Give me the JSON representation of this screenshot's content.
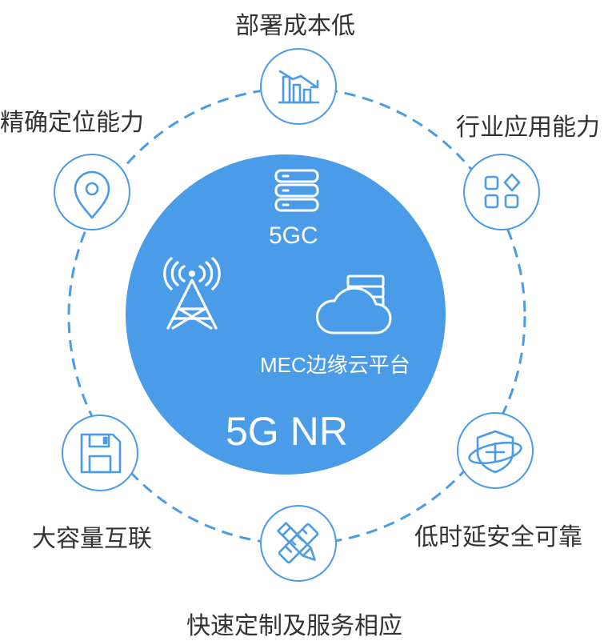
{
  "colors": {
    "accent": "#4A9BE8",
    "circle_fill": "#4A9BE8",
    "ring_stroke": "#4A9BE8",
    "node_fill": "#ffffff",
    "label_text": "#333333",
    "center_text": "#ffffff"
  },
  "center": {
    "core_label": "5GC",
    "mec_label": "MEC边缘云平台",
    "title": "5G NR"
  },
  "features": [
    {
      "label": "部署成本低",
      "icon": "chart-trend-down-icon"
    },
    {
      "label": "行业应用能力",
      "icon": "app-grid-icon"
    },
    {
      "label": "低时延安全可靠",
      "icon": "shield-plus-icon"
    },
    {
      "label": "快速定制及服务相应",
      "icon": "pencil-ruler-icon"
    },
    {
      "label": "大容量互联",
      "icon": "floppy-disk-icon"
    },
    {
      "label": "精确定位能力",
      "icon": "location-pin-icon"
    }
  ]
}
